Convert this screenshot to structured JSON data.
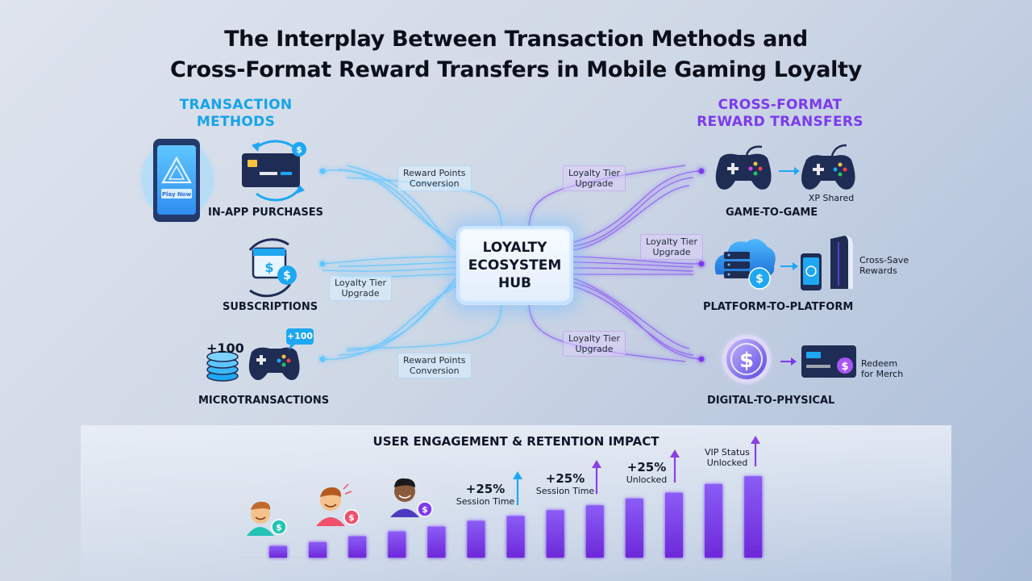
{
  "title": {
    "line1": "The Interplay Between Transaction Methods and",
    "line2": "Cross-Format Reward Transfers in Mobile Gaming Loyalty"
  },
  "left_section": {
    "heading_line1": "TRANSACTION",
    "heading_line2": "METHODS",
    "phone_button": "Play Now",
    "items": [
      {
        "label": "IN-APP PURCHASES"
      },
      {
        "label": "SUBSCRIPTIONS"
      },
      {
        "label": "MICROTRANSACTIONS",
        "badge": "+100",
        "bubble": "+100"
      }
    ]
  },
  "hub": {
    "line1": "LOYALTY",
    "line2": "ECOSYSTEM",
    "line3": "HUB"
  },
  "connector_labels": {
    "top_left": {
      "line1": "Reward Points",
      "line2": "Conversion"
    },
    "mid_left": {
      "line1": "Loyalty Tier",
      "line2": "Upgrade"
    },
    "bottom_left": {
      "line1": "Reward Points",
      "line2": "Conversion"
    },
    "top_right": {
      "line1": "Loyalty Tier",
      "line2": "Upgrade"
    },
    "mid_right": {
      "line1": "Loyalty Tier",
      "line2": "Upgrade"
    },
    "bottom_right": {
      "line1": "Loyalty Tier",
      "line2": "Upgrade"
    }
  },
  "right_section": {
    "heading_line1": "CROSS-FORMAT",
    "heading_line2": "REWARD TRANSFERS",
    "items": [
      {
        "label": "GAME-TO-GAME",
        "note_line1": "XP Shared",
        "note_line2": ""
      },
      {
        "label": "PLATFORM-TO-PLATFORM",
        "note_line1": "Cross-Save",
        "note_line2": "Rewards"
      },
      {
        "label": "DIGITAL-TO-PHYSICAL",
        "note_line1": "Redeem",
        "note_line2": "for Merch"
      }
    ]
  },
  "impact": {
    "title": "USER ENGAGEMENT & RETENTION IMPACT",
    "annotations": [
      {
        "big": "+25%",
        "small": "Session Time"
      },
      {
        "big": "+25%",
        "small": "Session Time"
      },
      {
        "big": "+25%",
        "small": "Unlocked"
      },
      {
        "big": "",
        "small_line1": "VIP Status",
        "small_line2": "Unlocked"
      }
    ],
    "bar_levels": [
      0.12,
      0.16,
      0.22,
      0.27,
      0.32,
      0.38,
      0.43,
      0.49,
      0.54,
      0.61,
      0.67,
      0.76,
      0.84
    ],
    "colors": {
      "bar_top": "#8b5cf6",
      "bar_bottom": "#6d28d9",
      "arrow_blue": "#1ea7f2",
      "arrow_purple": "#8b3fe0"
    }
  },
  "colors": {
    "accent_blue": "#14a4ea",
    "accent_purple": "#7c3aed",
    "navy": "#1e2a4f"
  }
}
